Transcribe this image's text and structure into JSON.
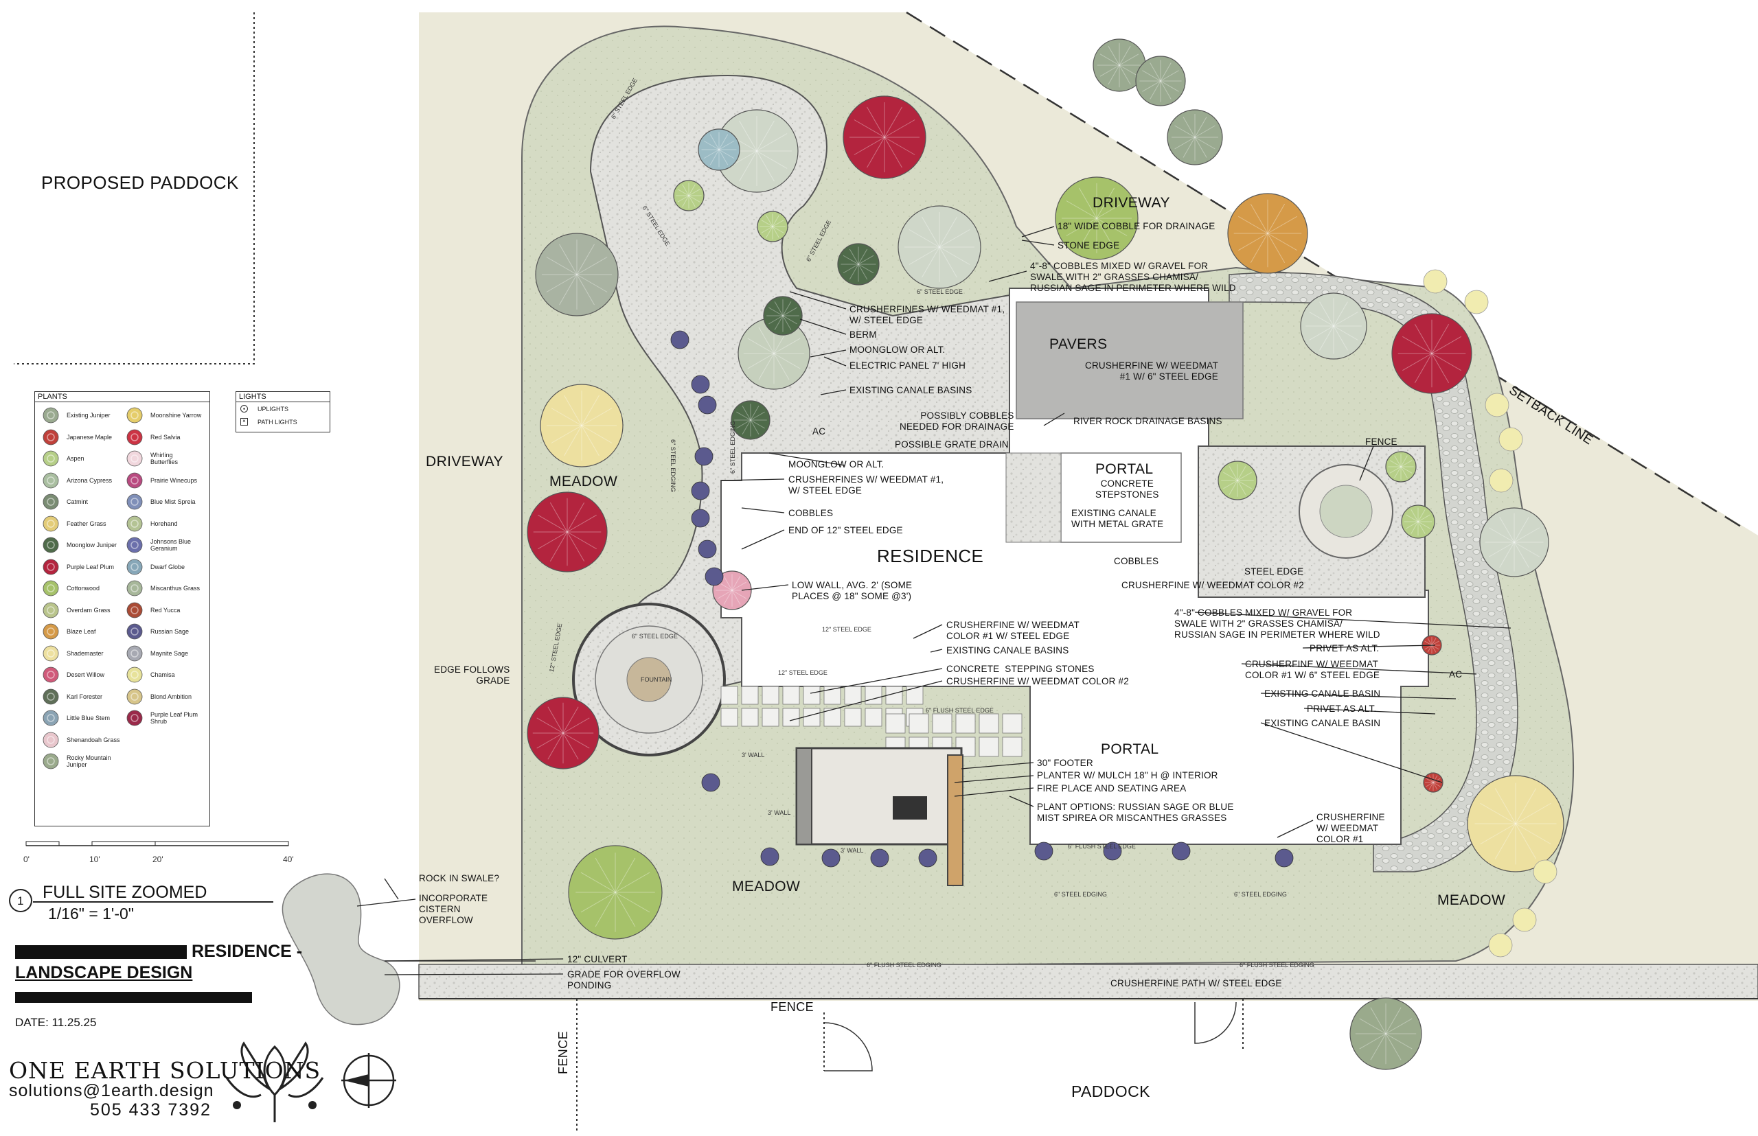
{
  "areas": {
    "proposed_paddock": "PROPOSED PADDOCK",
    "driveway_left": "DRIVEWAY",
    "driveway_top": "DRIVEWAY",
    "meadow_left": "MEADOW",
    "meadow_bottom": "MEADOW",
    "meadow_right": "MEADOW",
    "residence": "RESIDENCE",
    "pavers": "PAVERS",
    "portal_top": "PORTAL",
    "portal_bottom": "PORTAL",
    "paddock": "PADDOCK",
    "fence_bottom": "FENCE",
    "fence_vertical": "FENCE",
    "fence_right": "FENCE",
    "setback_line": "SETBACK LINE",
    "fountain": "FOUNTAIN",
    "ac_top": "AC",
    "ac_right": "AC"
  },
  "callouts": {
    "cobble_drainage": "18\" WIDE COBBLE FOR DRAINAGE",
    "stone_edge": "STONE EDGE",
    "cobbles_mixed_top": "4\"-8\" COBBLES MIXED W/ GRAVEL FOR\nSWALE WITH 2\" GRASSES CHAMISA/\nRUSSIAN SAGE IN PERIMETER WHERE WILD",
    "crusherfines_weedmat_1": "CRUSHERFINES W/ WEEDMAT #1,\nW/ STEEL EDGE",
    "berm": "BERM",
    "moonglow_1": "MOONGLOW OR ALT.",
    "electric_panel": "ELECTRIC PANEL 7' HIGH",
    "existing_canale_basins_1": "EXISTING CANALE BASINS",
    "crusherfine_weedmat_pavers": "CRUSHERFINE W/ WEEDMAT\n#1 W/ 6\" STEEL EDGE",
    "possibly_cobbles": "POSSIBLY COBBLES\nNEEDED FOR DRAINAGE",
    "river_rock": "RIVER ROCK DRAINAGE BASINS",
    "possible_grate": "POSSIBLE GRATE DRAIN",
    "concrete_stepstones": "CONCRETE\nSTEPSTONES",
    "existing_canale_grate": "EXISTING CANALE\nWITH METAL GRATE",
    "moonglow_2": "MOONGLOW OR ALT.",
    "crusherfines_weedmat_2": "CRUSHERFINES W/ WEEDMAT #1,\nW/ STEEL EDGE",
    "cobbles_left": "COBBLES",
    "end_steel_edge": "END OF 12\" STEEL EDGE",
    "cobbles_mid": "COBBLES",
    "steel_edge": "STEEL EDGE",
    "crusherfine_color2": "CRUSHERFINE W/ WEEDMAT COLOR #2",
    "low_wall": "LOW WALL, AVG. 2' (SOME\nPLACES @ 18\" SOME @3')",
    "cobbles_mixed_right": "4\"-8\" COBBLES MIXED W/ GRAVEL FOR\nSWALE WITH 2\" GRASSES CHAMISA/\nRUSSIAN SAGE IN PERIMETER WHERE WILD",
    "privet_1": "PRIVET AS ALT.",
    "crusherfine_color1_edge": "CRUSHERFINE W/ WEEDMAT\nCOLOR #1 W/ 6\" STEEL EDGE",
    "existing_canale_basin_1": "EXISTING CANALE BASIN",
    "privet_2": "PRIVET AS ALT.",
    "existing_canale_basin_2": "EXISTING CANALE BASIN",
    "crusherfine_weedmat_mid": "CRUSHERFINE W/ WEEDMAT\nCOLOR #1 W/ STEEL EDGE",
    "existing_canale_basins_2": "EXISTING CANALE BASINS",
    "concrete_stepping": "CONCRETE  STEPPING STONES",
    "crusherfine_color2_mid": "CRUSHERFINE W/ WEEDMAT COLOR #2",
    "edge_follows_grade": "EDGE FOLLOWS\nGRADE",
    "footer": "30\" FOOTER",
    "planter": "PLANTER W/ MULCH 18\" H @ INTERIOR",
    "fireplace": "FIRE PLACE AND SEATING AREA",
    "plant_options": "PLANT OPTIONS: RUSSIAN SAGE OR BLUE\nMIST SPIREA OR MISCANTHES GRASSES",
    "crusherfine_color1": "CRUSHERFINE\nW/ WEEDMAT\nCOLOR #1",
    "rock_in_swale": "ROCK IN SWALE?",
    "incorporate_cistern": "INCORPORATE\nCISTERN\nOVERFLOW",
    "culvert": "12\" CULVERT",
    "grade_overflow": "GRADE FOR OVERFLOW\nPONDING",
    "crusherfine_path": "CRUSHERFINE PATH W/ STEEL EDGE"
  },
  "small_labels": {
    "steel_edge_6_a": "6\" STEEL EDGE",
    "steel_edge_6_b": "6\" STEEL EDGE",
    "steel_edge_6_c": "6\" STEEL EDGE",
    "steel_edge_6_d": "6\" STEEL EDGE",
    "steel_edge_6_e": "6\" STEEL EDGE",
    "steel_edging_6_a": "6\" STEEL EDGING",
    "steel_edging_6_b": "6\" STEEL EDGING",
    "steel_edging_6_c": "6\" STEEL EDGING",
    "steel_edging_6_d": "6\" STEEL EDGING",
    "steel_edge_12_a": "12\" STEEL EDGE",
    "steel_edge_12_b": "12\" STEEL EDGE",
    "steel_edge_12_c": "12\" STEEL EDGE",
    "flush_steel_edge_6": "6\" FLUSH STEEL EDGE",
    "flush_steel_edge_6_b": "6\" FLUSH STEEL EDGE",
    "flush_steel_edging_a": "6\" FLUSH STEEL EDGING",
    "flush_steel_edging_b": "6\" FLUSH STEEL EDGING",
    "wall_3_a": "3' WALL",
    "wall_3_b": "3' WALL",
    "wall_3_c": "3' WALL"
  },
  "legend": {
    "plants_title": "PLANTS",
    "lights_title": "LIGHTS",
    "lights": [
      {
        "symbol": "uplight-icon",
        "label": "UPLIGHTS"
      },
      {
        "symbol": "path-light-icon",
        "label": "PATH LIGHTS"
      }
    ],
    "plants_col1": [
      {
        "label": "Existing Juniper",
        "color": "#9aaa90"
      },
      {
        "label": "Japanese Maple",
        "color": "#c0403a"
      },
      {
        "label": "Aspen",
        "color": "#b6cf88"
      },
      {
        "label": "Arizona Cypress",
        "color": "#a9bea0"
      },
      {
        "label": "Catmint",
        "color": "#7a8c73"
      },
      {
        "label": "Feather Grass",
        "color": "#e3cc78"
      },
      {
        "label": "Moonglow Juniper",
        "color": "#4f6b4a"
      },
      {
        "label": "Purple Leaf Plum",
        "color": "#b3243e"
      },
      {
        "label": "Cottonwood",
        "color": "#a6c26a"
      },
      {
        "label": "Overdam Grass",
        "color": "#b9c48c"
      },
      {
        "label": "Blaze Leaf",
        "color": "#d59a48"
      },
      {
        "label": "Shademaster",
        "color": "#ede0a0"
      },
      {
        "label": "Desert Willow",
        "color": "#d05a7a"
      },
      {
        "label": "Karl Forester",
        "color": "#5f6f58"
      },
      {
        "label": "Little Blue Stem",
        "color": "#8aa3b3"
      },
      {
        "label": "Shenandoah Grass",
        "color": "#e8c6cc"
      },
      {
        "label": "Rocky Mountain\nJuniper",
        "color": "#9aaa8c"
      }
    ],
    "plants_col2": [
      {
        "label": "Moonshine Yarrow",
        "color": "#e5cd6a"
      },
      {
        "label": "Red Salvia",
        "color": "#cc3344"
      },
      {
        "label": "Whirling\nButterflies",
        "color": "#f1d7dd"
      },
      {
        "label": "Prairie Winecups",
        "color": "#b94a80"
      },
      {
        "label": "Blue Mist Spreia",
        "color": "#7f8fb8"
      },
      {
        "label": "Horehand",
        "color": "#b4c394"
      },
      {
        "label": "Johnsons Blue\nGeranium",
        "color": "#6b6fab"
      },
      {
        "label": "Dwarf Globe",
        "color": "#87a7b8"
      },
      {
        "label": "Miscanthus Grass",
        "color": "#a7b79a"
      },
      {
        "label": "Red Yucca",
        "color": "#aa4b35"
      },
      {
        "label": "Russian Sage",
        "color": "#5b5a8e"
      },
      {
        "label": "Maynite Sage",
        "color": "#a7a9b2"
      },
      {
        "label": "Chamisa",
        "color": "#e7e29a"
      },
      {
        "label": "Blond Ambition",
        "color": "#d7c58a"
      },
      {
        "label": "Purple Leaf Plum\nShrub",
        "color": "#9a2a4a"
      }
    ]
  },
  "scale_bar": {
    "ticks": [
      "0'",
      "10'",
      "20'",
      "40'"
    ]
  },
  "title_block": {
    "view_number": "1",
    "view_title": "FULL SITE ZOOMED",
    "scale": "1/16\" = 1'-0\"",
    "project_title_visible": "RESIDENCE -",
    "project_subtitle": "LANDSCAPE DESIGN",
    "date": "DATE: 11.25.25",
    "company": "ONE EARTH SOLUTIONS",
    "email": "solutions@1earth.design",
    "phone": "505  433  7392"
  },
  "colors": {
    "site_beige": "#ebe9d9",
    "meadow": "#d7dcc7",
    "gravel": "#e4e4e0",
    "pavers": "#b7b7b5",
    "juniper": "#9aaa90",
    "purple_plum": "#b3243e",
    "shademaster": "#ede0a0",
    "cottonwood": "#a6c26a",
    "blaze": "#d59a48",
    "russian_sage": "#5b5a8e"
  }
}
